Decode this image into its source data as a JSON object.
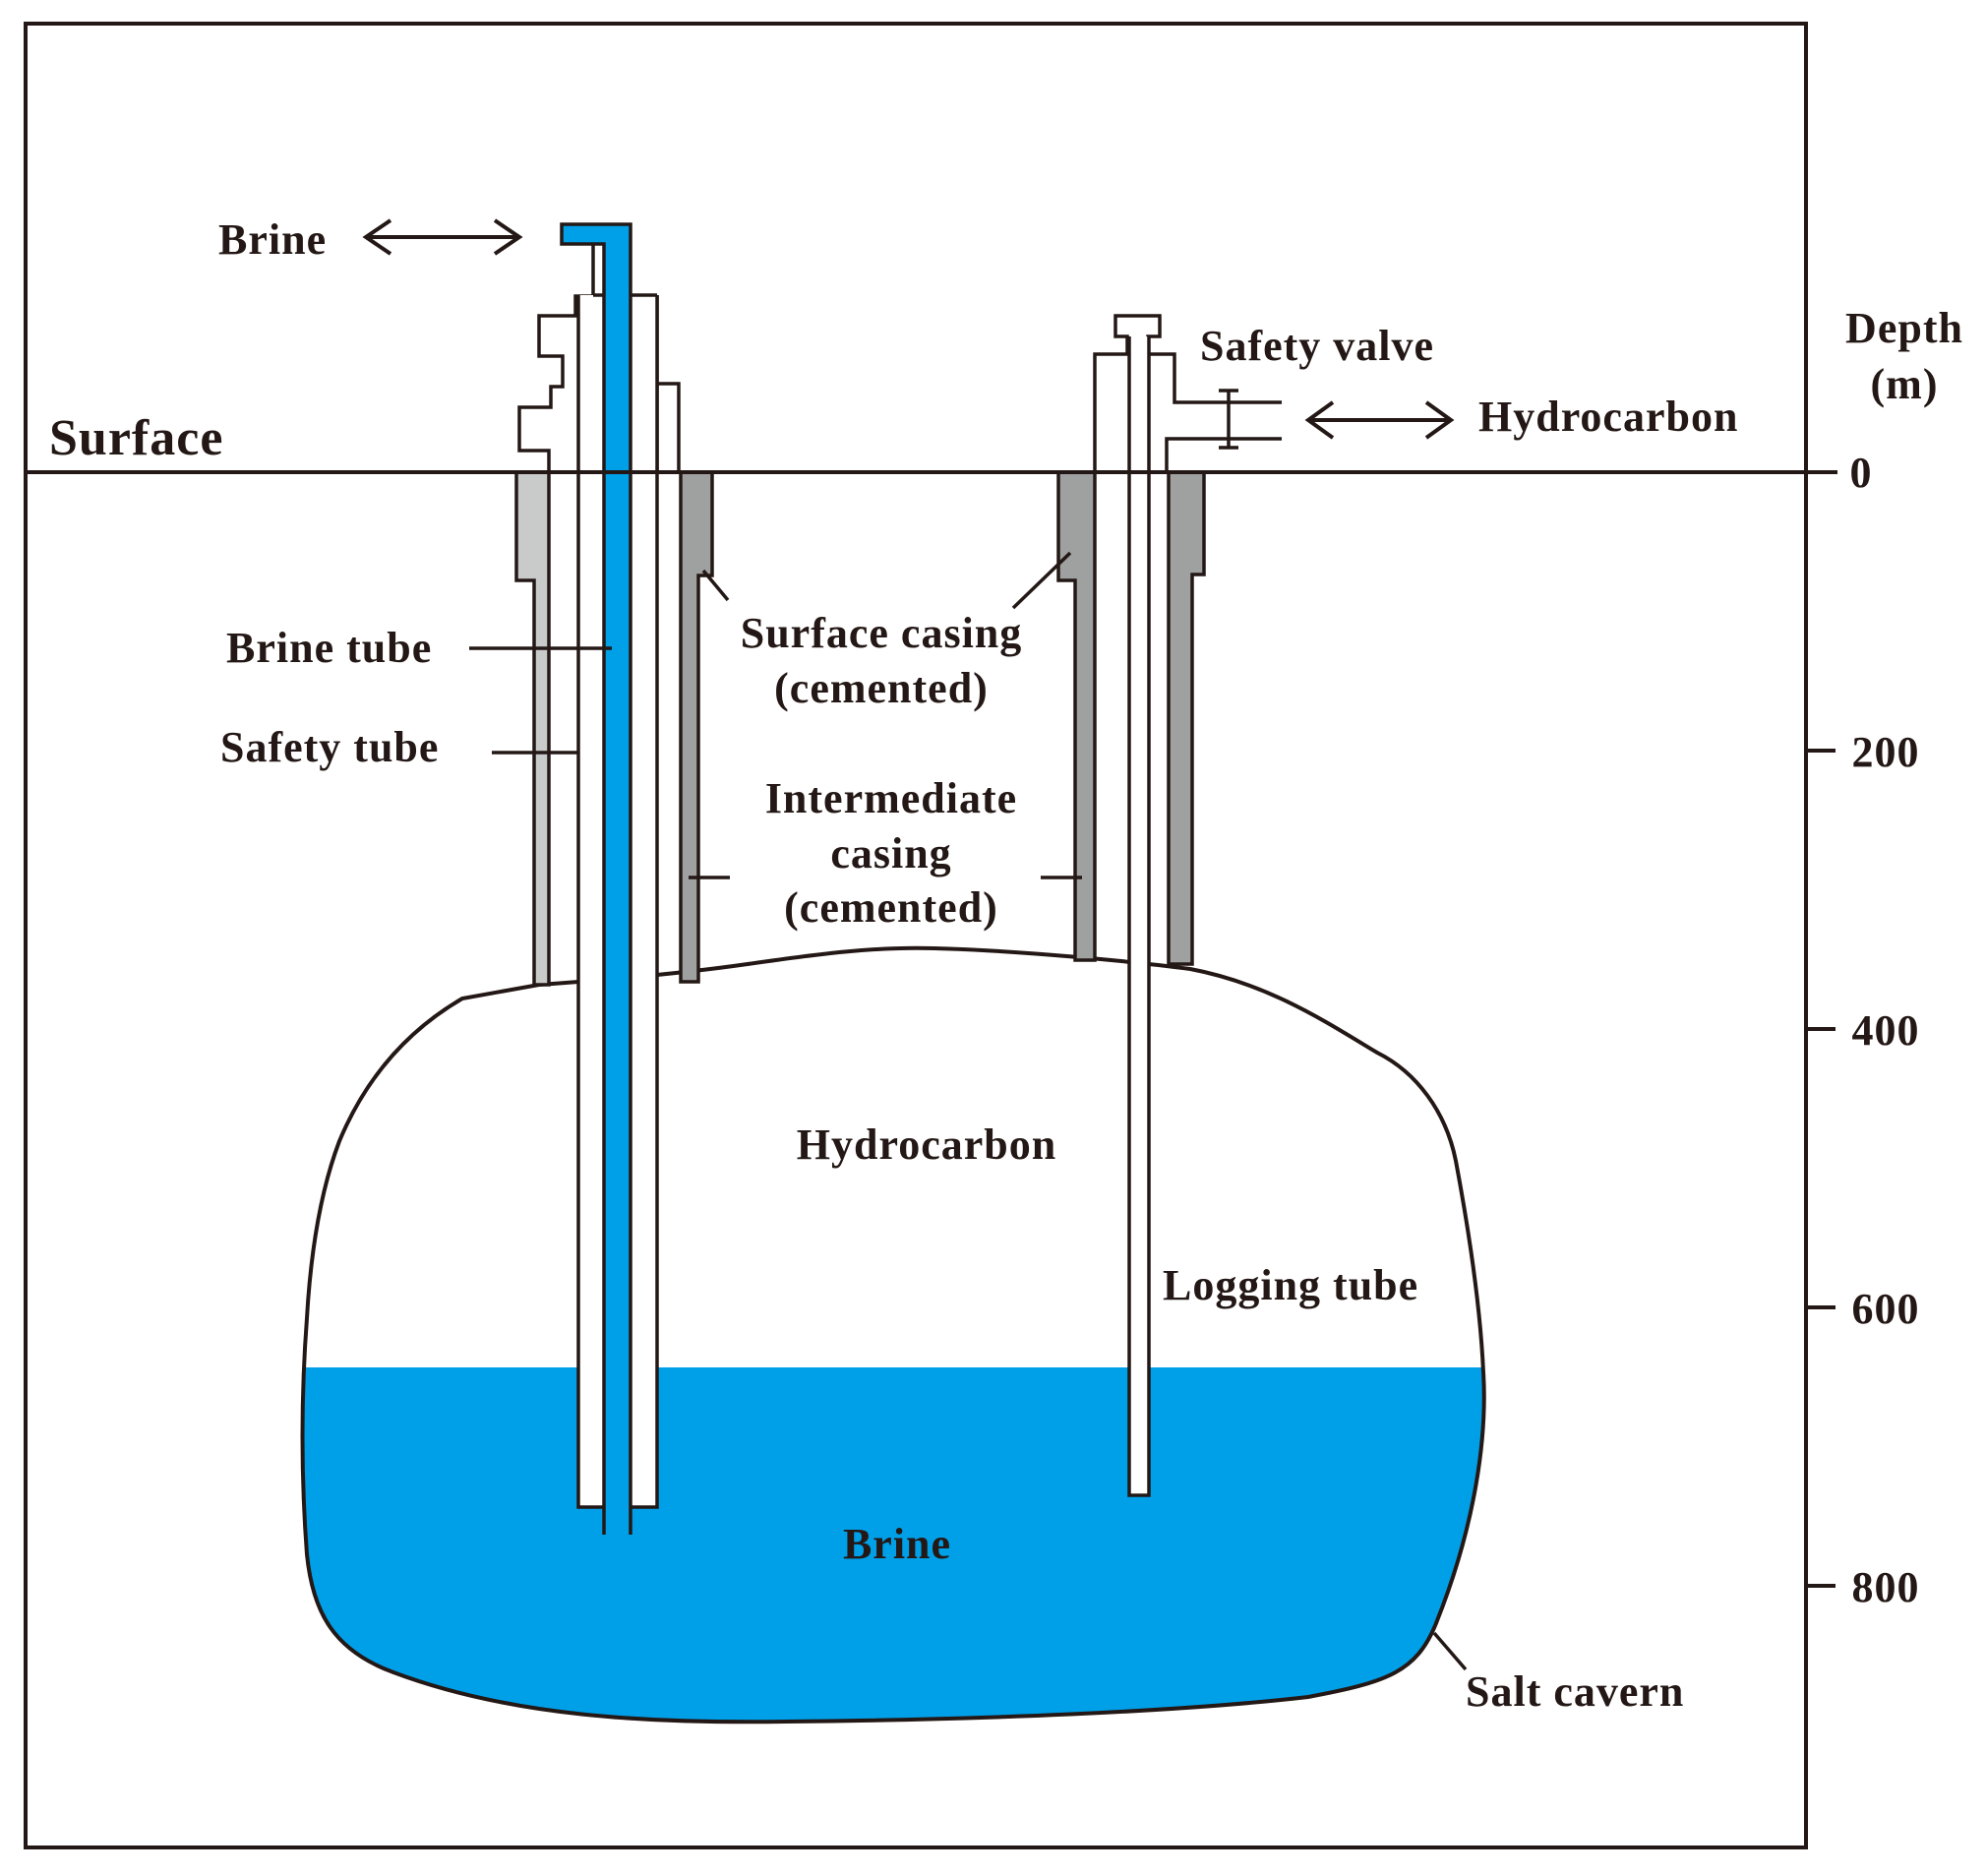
{
  "colors": {
    "brine_blue": "#00a0e9",
    "surface_casing_light": "#c9caca",
    "intermediate_casing_gray": "#9fa0a0",
    "ink": "#231815"
  },
  "labels": {
    "brine_flow": "Brine",
    "surface": "Surface",
    "depth_line1": "Depth",
    "depth_line2": "(m)",
    "safety_valve": "Safety valve",
    "hydrocarbon_flow": "Hydrocarbon",
    "brine_tube": "Brine tube",
    "safety_tube": "Safety tube",
    "surface_casing_line1": "Surface casing",
    "surface_casing_line2": "(cemented)",
    "intermediate_casing_line1": "Intermediate",
    "intermediate_casing_line2": "casing",
    "intermediate_casing_line3": "(cemented)",
    "cavern_hydrocarbon": "Hydrocarbon",
    "logging_tube": "Logging tube",
    "cavern_brine": "Brine",
    "salt_cavern": "Salt cavern"
  },
  "depth_axis": {
    "ticks": [
      "0",
      "200",
      "400",
      "600",
      "800"
    ]
  }
}
